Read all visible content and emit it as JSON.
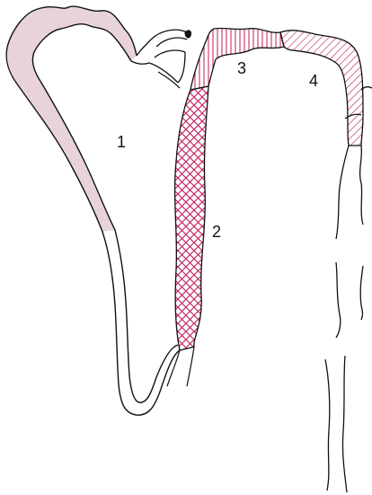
{
  "diagram": {
    "labels": {
      "segment_1": "1",
      "segment_2": "2",
      "segment_3": "3",
      "segment_4": "4"
    }
  },
  "colors": {
    "outline": "#111111",
    "pink_fill": "#e8d3dc",
    "magenta_hatch": "#c2185b",
    "background": "#ffffff"
  }
}
